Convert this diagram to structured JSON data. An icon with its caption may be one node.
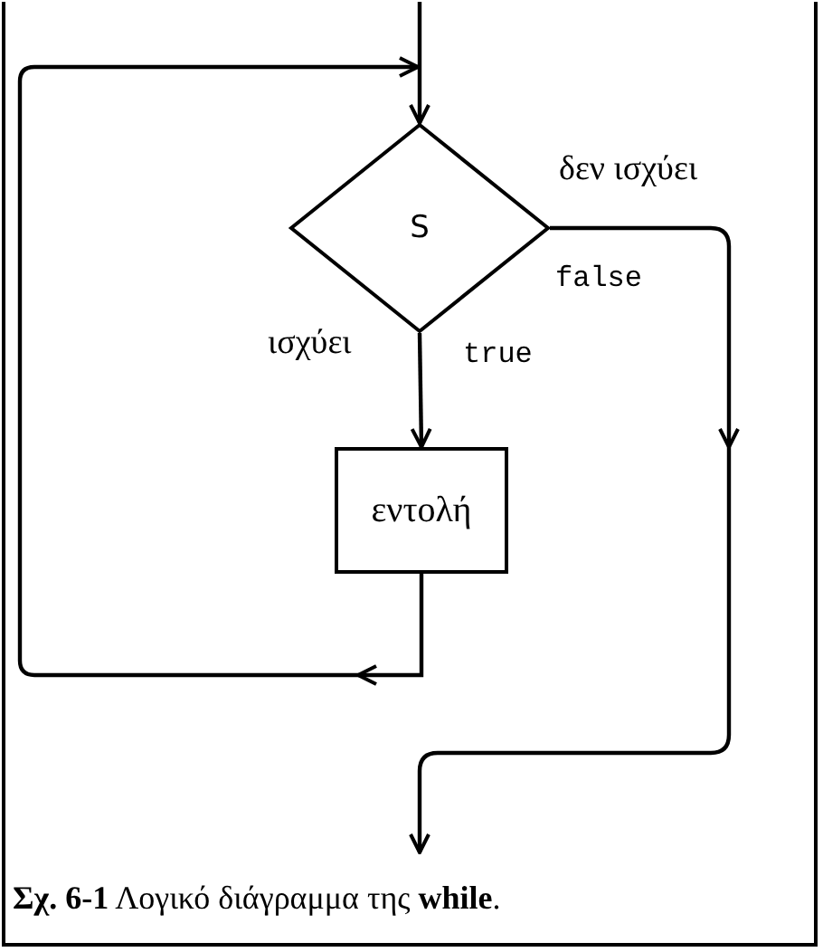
{
  "diagram": {
    "caption": "**Σχ. 6-1** Λογικό διάγραμμα της **while**.",
    "nodes": [
      {
        "text": [
          "S"
        ]
      },
      {
        "text": [
          "εντολή"
        ]
      }
    ],
    "edges": [
      {
        "from": null,
        "to": 0,
        "arrow": "to"
      },
      {
        "from": 0,
        "to": 1,
        "arrow": "to",
        "label": "ισχύει"
      },
      {
        "from": 1,
        "to": 0,
        "arrow": "to"
      },
      {
        "from": 0,
        "to": null,
        "arrow": "to",
        "label": "δεν ισχύει"
      }
    ],
    "labels": [
      "false",
      "true"
    ]
  }
}
